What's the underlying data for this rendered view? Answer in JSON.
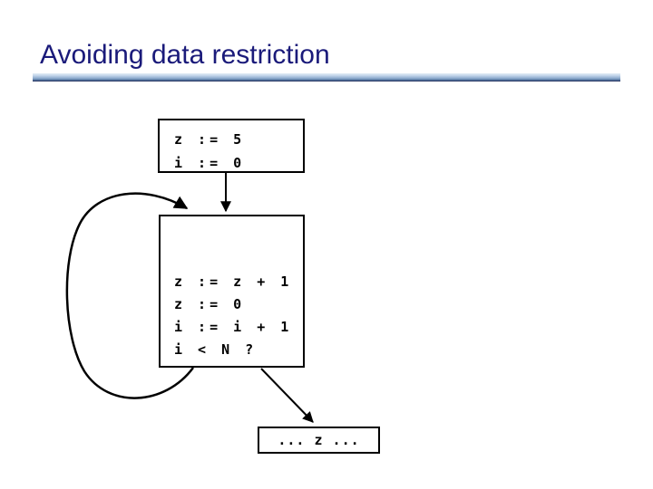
{
  "slide": {
    "title": "Avoiding data restriction",
    "colors": {
      "title_text": "#1a1a7a",
      "accent_bar_top": "#e3edf6",
      "accent_bar_bottom": "#43608d",
      "box_border": "#000000",
      "code_text": "#000000",
      "background": "#ffffff",
      "arrow": "#000000"
    }
  },
  "flowchart": {
    "init_box": {
      "lines": [
        "z := 5",
        "i := 0"
      ]
    },
    "loop_box": {
      "lines": [
        "z := z + 1",
        "z := 0",
        "i := i + 1",
        "i < N ?"
      ]
    },
    "result_box": {
      "lines": [
        "... z ..."
      ]
    }
  }
}
